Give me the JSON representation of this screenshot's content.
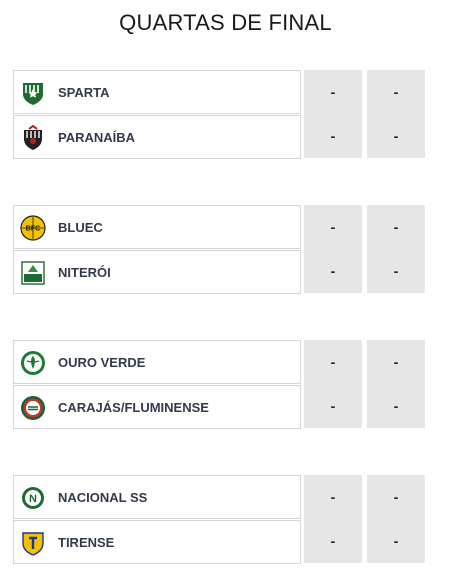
{
  "title": "QUARTAS DE FINAL",
  "matchups": [
    {
      "teams": [
        {
          "name": "SPARTA",
          "icon": "sparta-crest-icon",
          "score1": "-",
          "score2": "-"
        },
        {
          "name": "PARANAÍBA",
          "icon": "paranaiba-crest-icon",
          "score1": "-",
          "score2": "-"
        }
      ]
    },
    {
      "teams": [
        {
          "name": "BLUEC",
          "icon": "bluec-crest-icon",
          "crest_text": "BFC",
          "score1": "-",
          "score2": "-"
        },
        {
          "name": "NITERÓI",
          "icon": "niteroi-crest-icon",
          "score1": "-",
          "score2": "-"
        }
      ]
    },
    {
      "teams": [
        {
          "name": "OURO VERDE",
          "icon": "ouro-verde-crest-icon",
          "score1": "-",
          "score2": "-"
        },
        {
          "name": "CARAJÁS/FLUMINENSE",
          "icon": "carajas-fluminense-crest-icon",
          "score1": "-",
          "score2": "-"
        }
      ]
    },
    {
      "teams": [
        {
          "name": "NACIONAL SS",
          "icon": "nacional-ss-crest-icon",
          "crest_text": "N",
          "score1": "-",
          "score2": "-"
        },
        {
          "name": "TIRENSE",
          "icon": "tirense-crest-icon",
          "score1": "-",
          "score2": "-"
        }
      ]
    }
  ]
}
